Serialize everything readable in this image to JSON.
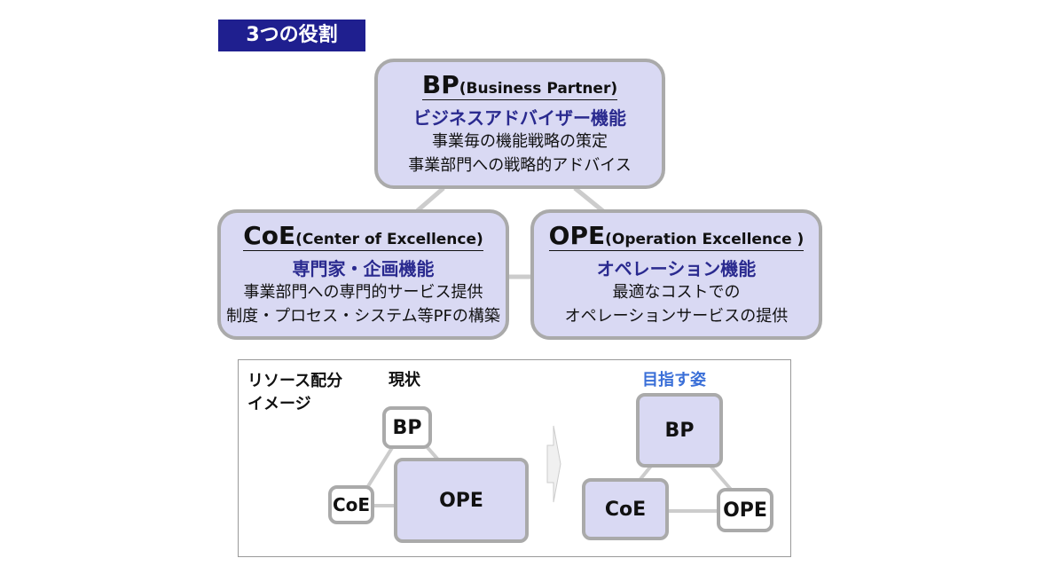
{
  "header": {
    "title": "3つの役割"
  },
  "roles": {
    "bp": {
      "abbr": "BP",
      "full": "(Business Partner)",
      "function": "ビジネスアドバイザー機能",
      "lines": [
        "事業毎の機能戦略の策定",
        "事業部門への戦略的アドバイス"
      ]
    },
    "coe": {
      "abbr": "CoE",
      "full": "(Center of Excellence)",
      "function": "専門家・企画機能",
      "lines": [
        "事業部門への専門的サービス提供",
        "制度・プロセス・システム等PFの構築"
      ]
    },
    "ope": {
      "abbr": "OPE",
      "full": "(Operation Excellence )",
      "function": "オペレーション機能",
      "lines": [
        "最適なコストでの",
        "オペレーションサービスの提供"
      ]
    }
  },
  "allocation": {
    "label_line1": "リソース配分",
    "label_line2": "イメージ",
    "current": {
      "heading": "現状",
      "bp": "BP",
      "coe": "CoE",
      "ope": "OPE"
    },
    "target": {
      "heading": "目指す姿",
      "bp": "BP",
      "coe": "CoE",
      "ope": "OPE"
    }
  },
  "colors": {
    "title_bg": "#1f1f8f",
    "box_fill": "#d9d9f3",
    "box_border": "#aaaaaa",
    "function_text": "#2a2a8f",
    "target_heading": "#3a6fd8"
  }
}
